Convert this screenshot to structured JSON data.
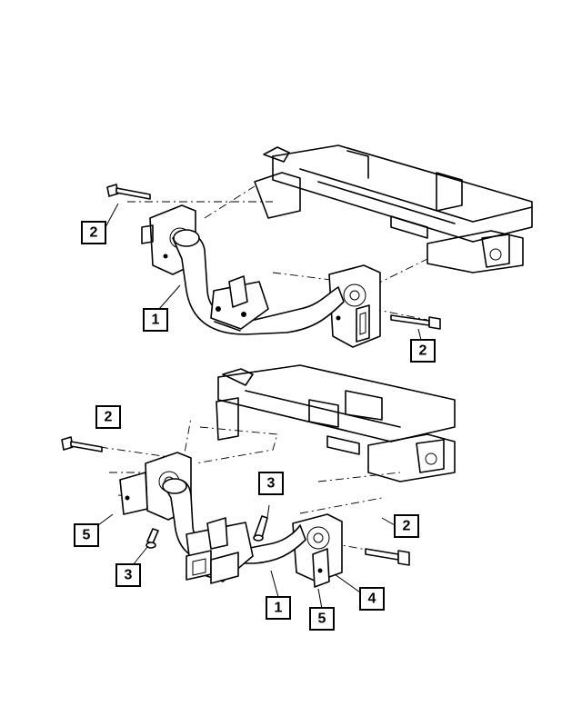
{
  "callouts": [
    {
      "id": "top-2-left",
      "label": "2"
    },
    {
      "id": "top-1",
      "label": "1"
    },
    {
      "id": "top-2-right",
      "label": "2"
    },
    {
      "id": "bottom-2-upper-left",
      "label": "2"
    },
    {
      "id": "bottom-3-center",
      "label": "3"
    },
    {
      "id": "bottom-2-right",
      "label": "2"
    },
    {
      "id": "bottom-5-left",
      "label": "5"
    },
    {
      "id": "bottom-3-left",
      "label": "3"
    },
    {
      "id": "bottom-4",
      "label": "4"
    },
    {
      "id": "bottom-1",
      "label": "1"
    },
    {
      "id": "bottom-5-lower",
      "label": "5"
    }
  ]
}
